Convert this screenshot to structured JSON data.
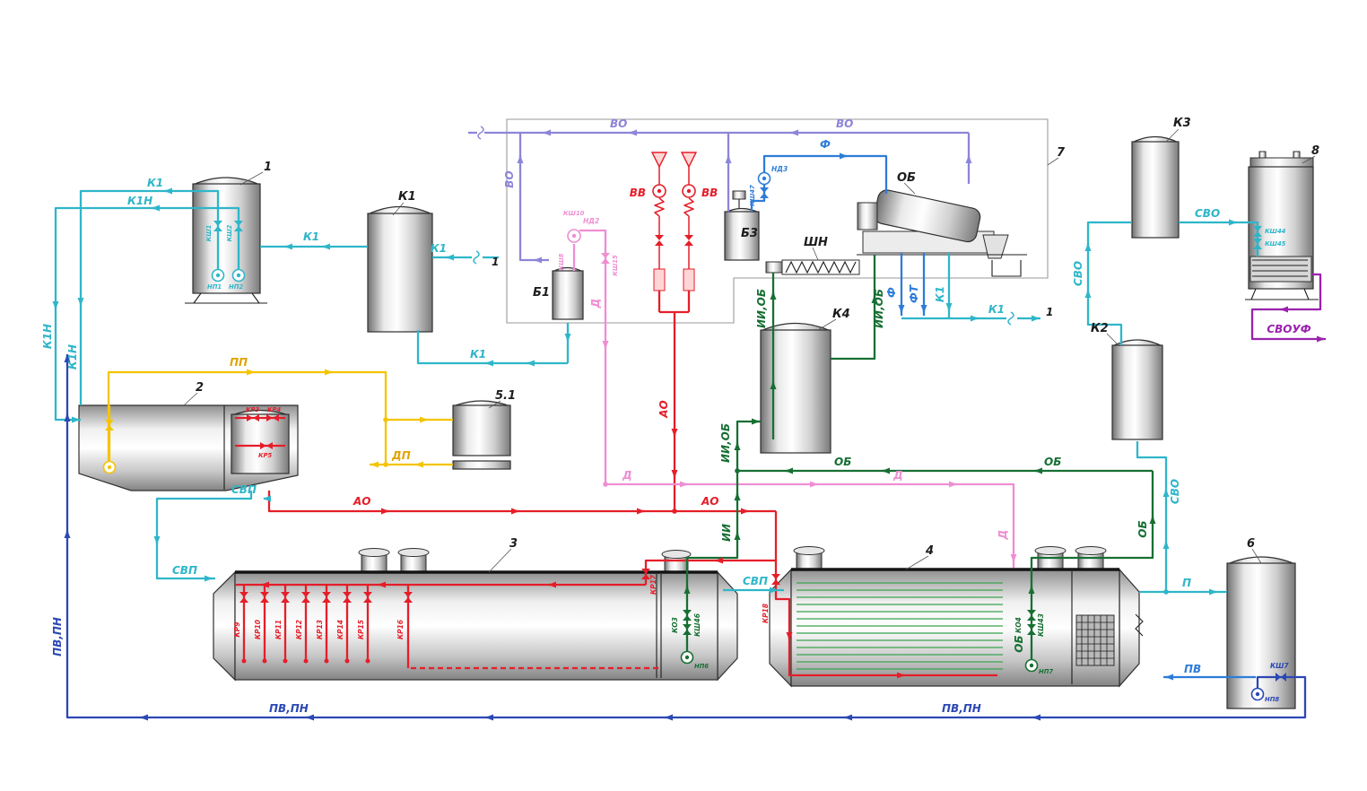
{
  "palette": {
    "k1": "#2eb6c9",
    "vo": "#8d85d8",
    "f": "#2e7cd9",
    "ao": "#e51e29",
    "d": "#ee8ed3",
    "ob": "#176f33",
    "aer": "#3aa34f",
    "pp": "#f4c400",
    "ppd": "#e0a400",
    "pn": "#2b48b4",
    "uf": "#9a22ad",
    "ink": "#1d1d1d",
    "frame": "#9a9a9a"
  },
  "lines": {
    "k1": "К1",
    "k1n": "К1Н",
    "vo": "ВО",
    "f": "Ф",
    "ft": "ФТ",
    "vv": "ВВ",
    "ao": "АО",
    "d": "Д",
    "ob": "ОБ",
    "ii": "ИИ",
    "ii_ob": "ИИ,ОБ",
    "pp": "ПП",
    "dp": "ДП",
    "svp": "СВП",
    "svo": "СВО",
    "svouf": "СВОУФ",
    "p": "П",
    "pv": "ПВ",
    "pv_pn": "ПВ,ПН",
    "tag1": "1"
  },
  "equipment": {
    "n1": "1",
    "n2": "2",
    "n3": "3",
    "n4": "4",
    "n51": "5.1",
    "n6": "6",
    "n7": "7",
    "n8": "8",
    "k1": "К1",
    "k2": "К2",
    "k3": "К3",
    "k4": "К4",
    "b1": "Б1",
    "b3": "Б3",
    "ob": "ОБ",
    "shn": "ШН",
    "nd2": "НД2",
    "nd3": "НД3"
  },
  "tags": {
    "kr3": "КР3",
    "kr4": "КР4",
    "kr5": "КР5",
    "kr9": "КР9",
    "kr10": "КР10",
    "kr11": "КР11",
    "kr12": "КР12",
    "kr13": "КР13",
    "kr14": "КР14",
    "kr15": "КР15",
    "kr16": "КР16",
    "kr17": "КР17",
    "kr18": "КР18",
    "ko3": "КО3",
    "ko4": "КО4",
    "ksh1": "КШ1",
    "ksh2": "КШ2",
    "ksh7": "КШ7",
    "ksh8": "КШ8",
    "ksh10": "КШ10",
    "ksh15": "КШ15",
    "ksh43": "КШ43",
    "ksh44": "КШ44",
    "ksh45": "КШ45",
    "ksh46": "КШ46",
    "ksh47": "КШ47",
    "np1": "НП1",
    "np2": "НП2",
    "np6": "НП6",
    "np7": "НП7",
    "np8": "НП8"
  }
}
